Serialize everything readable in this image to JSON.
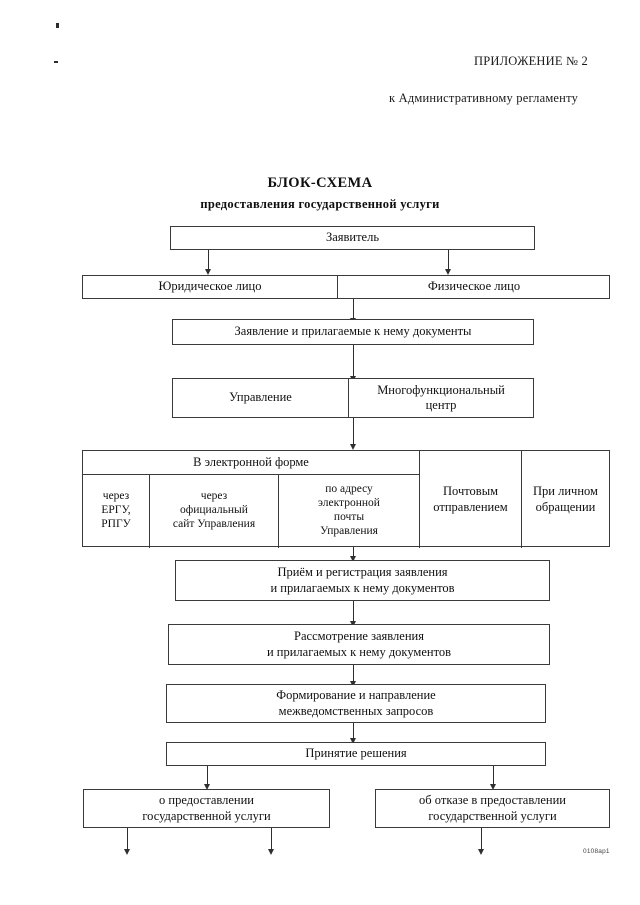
{
  "document": {
    "appendix_line": "ПРИЛОЖЕНИЕ № 2",
    "regulation_line": "к Административному регламенту",
    "title": "БЛОК-СХЕМА",
    "subtitle": "предоставления государственной услуги",
    "footer_mark": "0108ар1"
  },
  "flow": {
    "applicant": "Заявитель",
    "applicant_types": {
      "legal": "Юридическое лицо",
      "natural": "Физическое лицо"
    },
    "application": "Заявление и прилагаемые к нему документы",
    "channels": {
      "department": "Управление",
      "mfc_line1": "Многофункциональный",
      "mfc_line2": "центр"
    },
    "submission_table": {
      "electronic_header": "В электронной форме",
      "electronic_columns": [
        {
          "line1": "через",
          "line2": "ЕРГУ,",
          "line3": "РПГУ"
        },
        {
          "line1": "через",
          "line2": "официальный",
          "line3": "сайт Управления"
        },
        {
          "line1": "по адресу",
          "line2": "электронной",
          "line3": "почты",
          "line4": "Управления"
        }
      ],
      "postal_line1": "Почтовым",
      "postal_line2": "отправлением",
      "personal_line1": "При личном",
      "personal_line2": "обращении"
    },
    "steps": [
      {
        "line1": "Приём и регистрация заявления",
        "line2": "и прилагаемых к нему документов"
      },
      {
        "line1": "Рассмотрение заявления",
        "line2": "и прилагаемых к нему документов"
      },
      {
        "line1": "Формирование и направление",
        "line2": "межведомственных запросов"
      }
    ],
    "decision": "Принятие решения",
    "outcomes": {
      "approve_line1": "о предоставлении",
      "approve_line2": "государственной услуги",
      "refuse_line1": "об отказе в предоставлении",
      "refuse_line2": "государственной услуги"
    }
  }
}
